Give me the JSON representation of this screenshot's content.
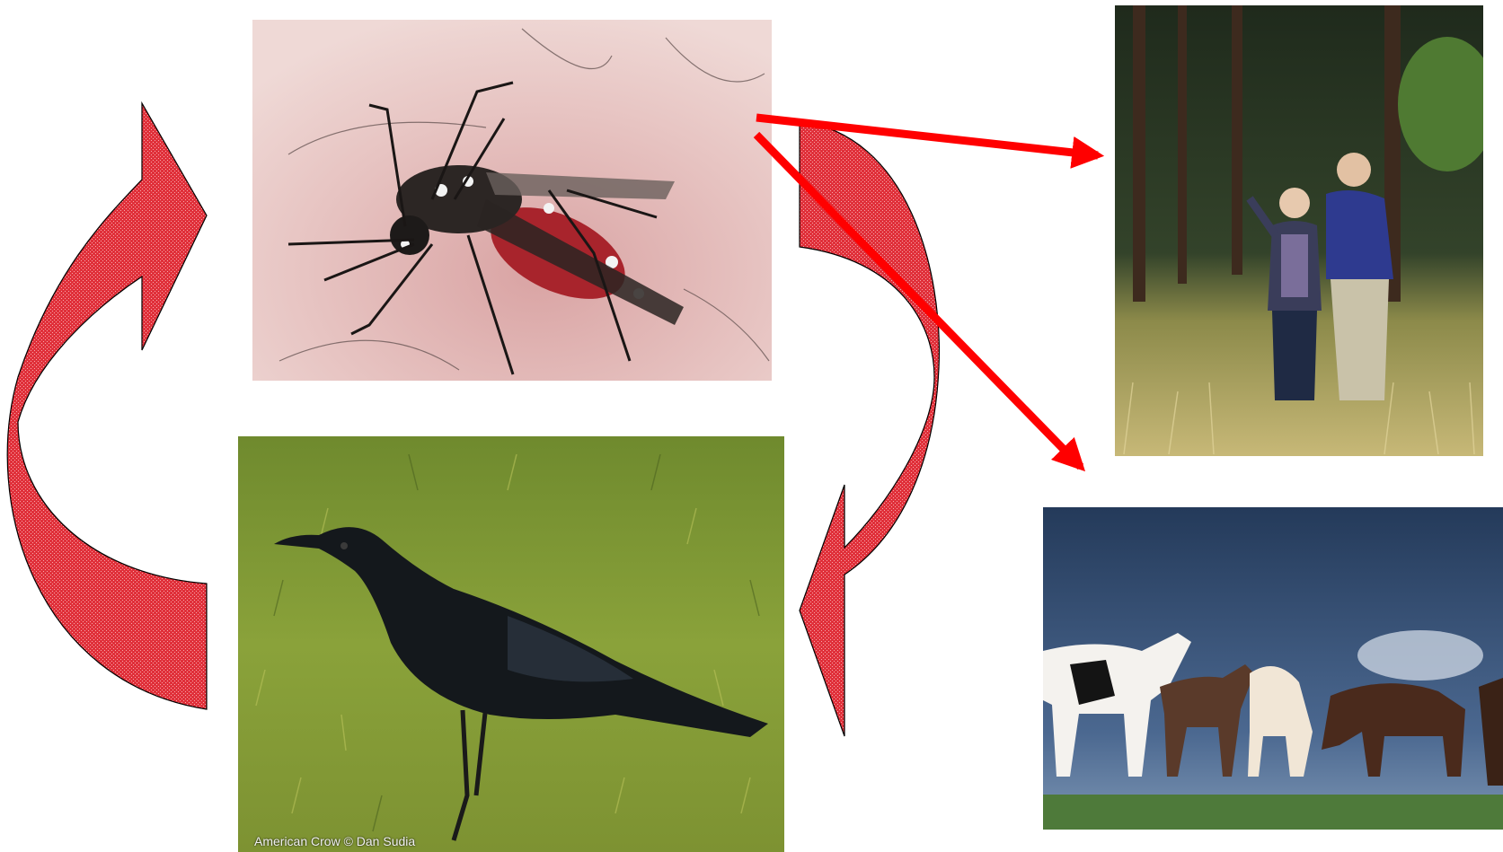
{
  "diagram": {
    "images": {
      "mosquito": {
        "subject": "mosquito"
      },
      "crow": {
        "subject": "crow",
        "credit": "American Crow © Dan Sudia"
      },
      "people": {
        "subject": "people"
      },
      "horses": {
        "subject": "horses"
      }
    },
    "colors": {
      "cycle_arrow_fill": "#e0303a",
      "cycle_arrow_stroke": "#000000",
      "transmission_arrow": "#ff0000"
    }
  }
}
